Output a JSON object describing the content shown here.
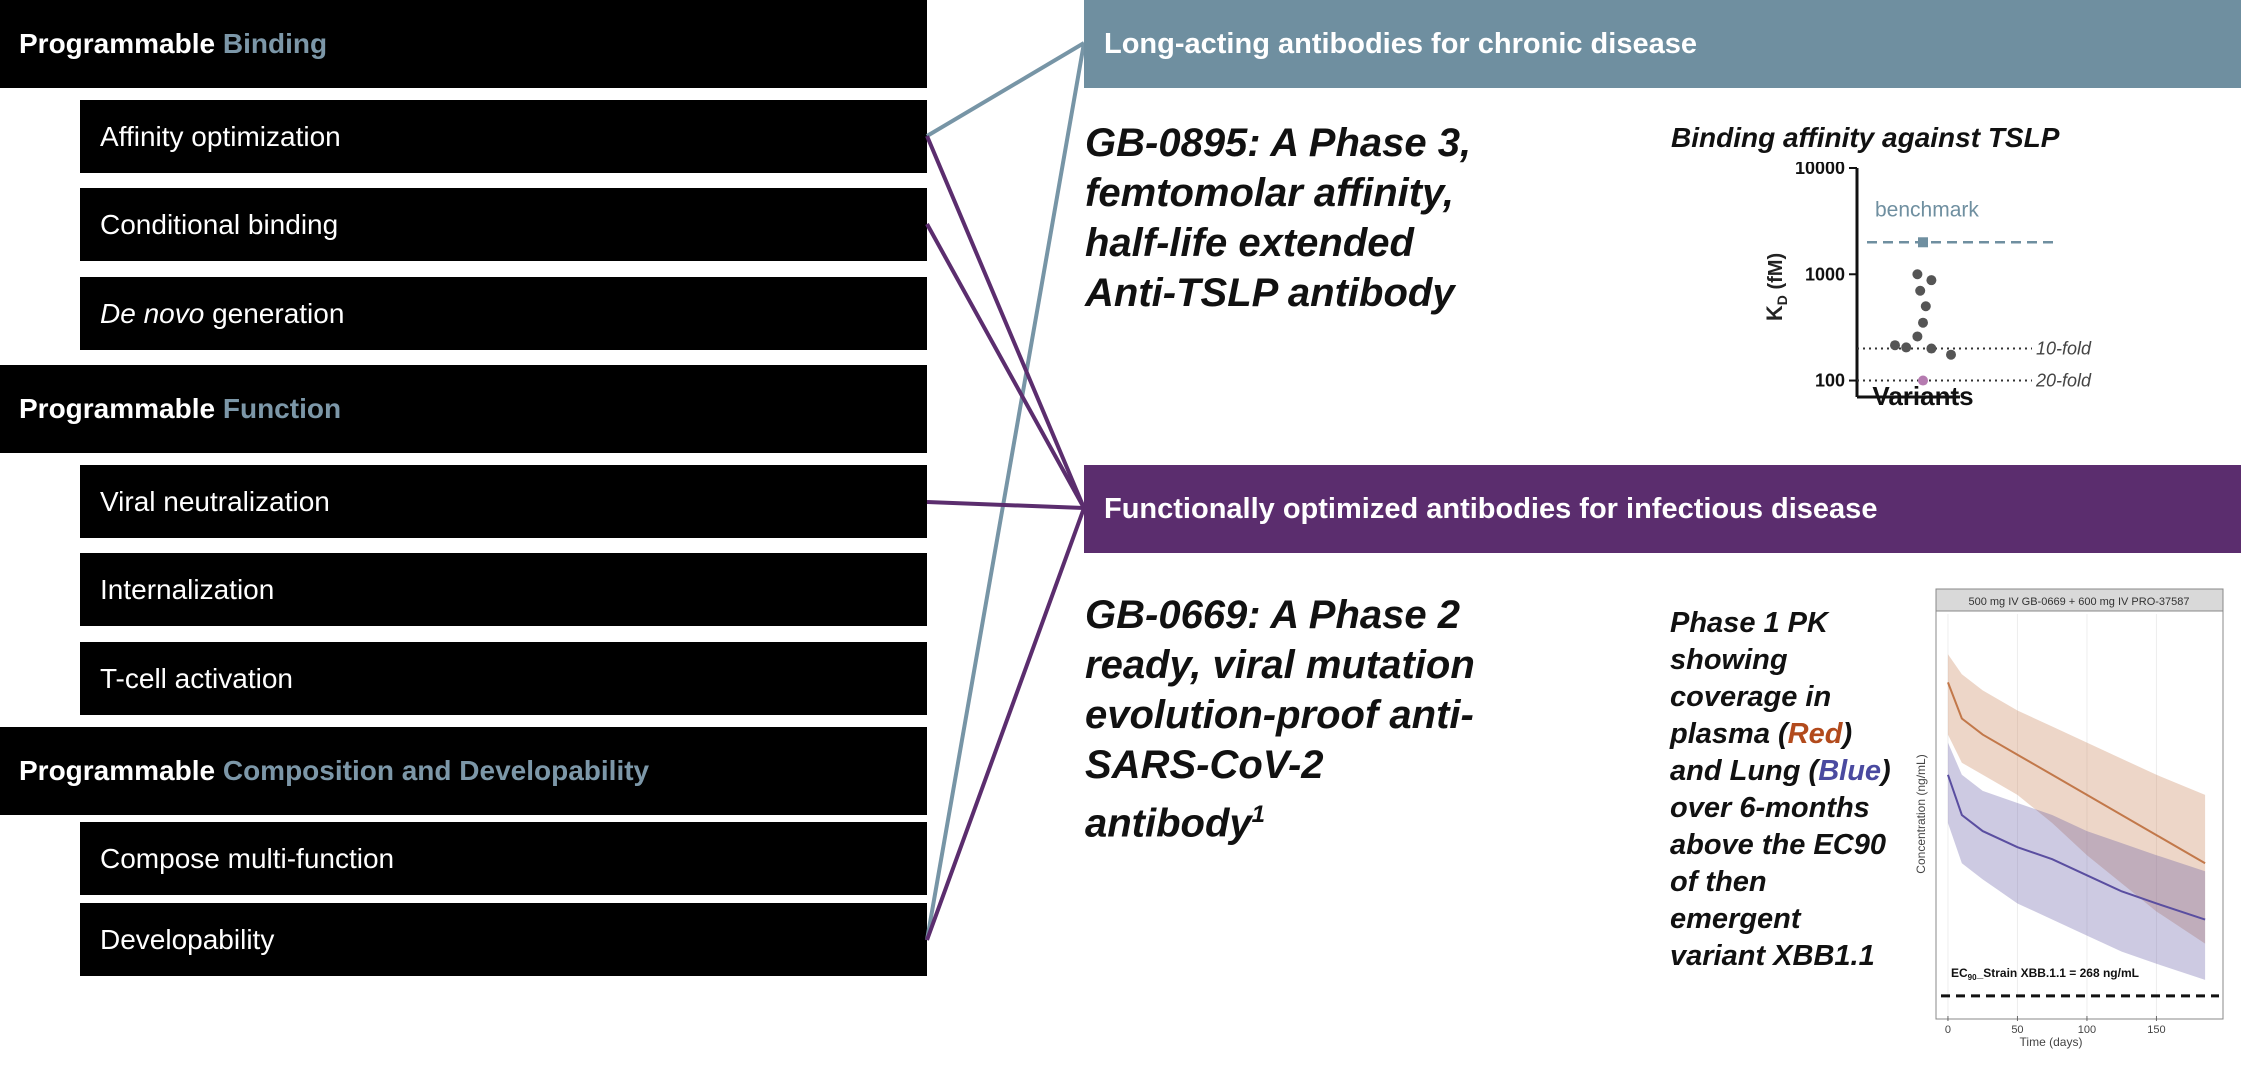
{
  "left": {
    "sections": [
      {
        "prefix": "Programmable",
        "accent": "Binding",
        "items": [
          "Affinity optimization",
          "Conditional binding",
          "generation"
        ]
      },
      {
        "prefix": "Programmable",
        "accent": "Function",
        "items": [
          "Viral neutralization",
          "Internalization",
          "T-cell activation"
        ]
      },
      {
        "prefix": "Programmable",
        "accent": "Composition and Developability",
        "items": [
          "Compose multi-function",
          "Developability"
        ]
      }
    ],
    "de_novo_italic": "De novo"
  },
  "panels": {
    "chronic": {
      "header": "Long-acting antibodies for chronic disease",
      "color": "#6f8fa0",
      "title_lines": [
        "GB-0895: A Phase 3,",
        "femtomolar affinity,",
        "half-life extended",
        "Anti-TSLP antibody"
      ],
      "chart_title": "Binding affinity against TSLP"
    },
    "infectious": {
      "header": "Functionally optimized antibodies for infectious disease",
      "color": "#5b2d6e",
      "title_lines": [
        "GB-0669: A Phase 2",
        "ready, viral mutation",
        "evolution-proof anti-",
        "SARS-CoV-2"
      ],
      "title_last": "antibody",
      "title_sup": "1",
      "pk_lines": [
        "Phase 1 PK",
        "showing",
        "coverage in"
      ],
      "pk_plasma": "plasma (",
      "pk_red": "Red",
      "pk_close": ")",
      "pk_and": "and Lung (",
      "pk_blue": "Blue",
      "pk_lines2": [
        "over 6-months",
        "above the EC90",
        "of then",
        "emergent",
        "variant XBB1.1"
      ]
    }
  },
  "chart_data": [
    {
      "type": "scatter",
      "title": "Binding affinity against TSLP",
      "ylabel": "K",
      "ylabel_sub": "D",
      "ylabel_unit": " (fM)",
      "xlabel": "Variants",
      "yscale": "log",
      "ylim": [
        70,
        10000
      ],
      "yticks": [
        100,
        1000,
        10000
      ],
      "yticklabels": [
        "100",
        "1000",
        "10000"
      ],
      "benchmark": {
        "value": 2000,
        "label": "benchmark"
      },
      "reference_lines": [
        {
          "value": 200,
          "label": "10-fold"
        },
        {
          "value": 100,
          "label": "20-fold"
        }
      ],
      "points": [
        {
          "x": -1.0,
          "y": 215
        },
        {
          "x": -0.2,
          "y": 1000
        },
        {
          "x": 0.3,
          "y": 880
        },
        {
          "x": -0.1,
          "y": 700
        },
        {
          "x": 0.1,
          "y": 500
        },
        {
          "x": 0.0,
          "y": 350
        },
        {
          "x": -0.2,
          "y": 260
        },
        {
          "x": -0.6,
          "y": 205
        },
        {
          "x": 0.3,
          "y": 200
        },
        {
          "x": 1.0,
          "y": 175
        },
        {
          "x": 0.0,
          "y": 100,
          "highlight": true
        }
      ],
      "colors": {
        "points": "#555555",
        "benchmark": "#6f8fa0",
        "highlight": "#b57bb0"
      }
    },
    {
      "type": "area",
      "panel_title": "500 mg IV GB-0669 + 600 mg IV PRO-37587",
      "xlabel": "Time (days)",
      "ylabel": "Concentration (ng/mL)",
      "xticks": [
        0,
        50,
        100,
        150
      ],
      "xlim": [
        -5,
        195
      ],
      "ylim": [
        0,
        1
      ],
      "threshold": {
        "value": 0.05,
        "label": "EC",
        "label_sub": "90",
        "label_rest": "_Strain XBB.1.1 = 268 ng/mL"
      },
      "series": [
        {
          "color": "#c2784a",
          "x": [
            0,
            10,
            25,
            50,
            75,
            100,
            125,
            150,
            185
          ],
          "y": [
            0.83,
            0.74,
            0.7,
            0.65,
            0.6,
            0.55,
            0.5,
            0.45,
            0.38
          ],
          "y_low": [
            0.7,
            0.63,
            0.6,
            0.55,
            0.48,
            0.4,
            0.33,
            0.26,
            0.18
          ],
          "y_high": [
            0.9,
            0.85,
            0.81,
            0.76,
            0.72,
            0.68,
            0.64,
            0.6,
            0.55
          ]
        },
        {
          "color": "#5a4ea0",
          "x": [
            0,
            10,
            25,
            50,
            75,
            100,
            125,
            150,
            185
          ],
          "y": [
            0.6,
            0.5,
            0.46,
            0.42,
            0.39,
            0.35,
            0.31,
            0.28,
            0.24
          ],
          "y_low": [
            0.48,
            0.38,
            0.34,
            0.28,
            0.24,
            0.2,
            0.16,
            0.13,
            0.09
          ],
          "y_high": [
            0.68,
            0.6,
            0.56,
            0.53,
            0.5,
            0.46,
            0.43,
            0.4,
            0.36
          ]
        }
      ]
    }
  ]
}
